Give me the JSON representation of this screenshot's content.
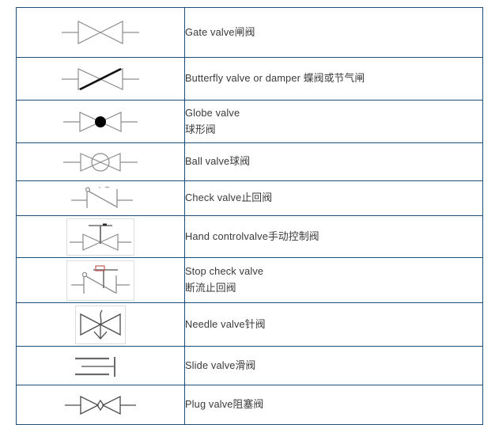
{
  "document": {
    "title": "Valve symbols reference table",
    "border_color": "#1F4E79",
    "text_color": "#3a3a3a",
    "symbol_stroke": "#8d8d8d",
    "symbol_accent": "#000000",
    "box_border": "#dcdcdc",
    "background": "#ffffff"
  },
  "table": {
    "columns": [
      "symbol",
      "description"
    ],
    "rows": [
      {
        "symbol_name": "gate-valve-symbol",
        "height": 63,
        "lines": [
          "Gate valve闸阀"
        ]
      },
      {
        "symbol_name": "butterfly-valve-symbol",
        "height": 54,
        "lines": [
          "Butterfly valve or damper 蝶阀或节气闸"
        ]
      },
      {
        "symbol_name": "globe-valve-symbol",
        "height": 54,
        "lines": [
          "Globe valve",
          "球形阀"
        ]
      },
      {
        "symbol_name": "ball-valve-symbol",
        "height": 48,
        "lines": [
          "Ball valve球阀"
        ]
      },
      {
        "symbol_name": "check-valve-symbol",
        "height": 44,
        "lines": [
          "Check valve止回阀"
        ]
      },
      {
        "symbol_name": "hand-control-valve-symbol",
        "height": 53,
        "lines": [
          "Hand controlvalve手动控制阀"
        ]
      },
      {
        "symbol_name": "stop-check-valve-symbol",
        "height": 57,
        "lines": [
          "Stop check valve",
          "断流止回阀"
        ]
      },
      {
        "symbol_name": "needle-valve-symbol",
        "height": 55,
        "lines": [
          "Needle valve针阀"
        ]
      },
      {
        "symbol_name": "slide-valve-symbol",
        "height": 49,
        "lines": [
          "Slide valve滑阀"
        ]
      },
      {
        "symbol_name": "plug-valve-symbol",
        "height": 50,
        "lines": [
          "Plug valve阻塞阀"
        ]
      }
    ]
  }
}
